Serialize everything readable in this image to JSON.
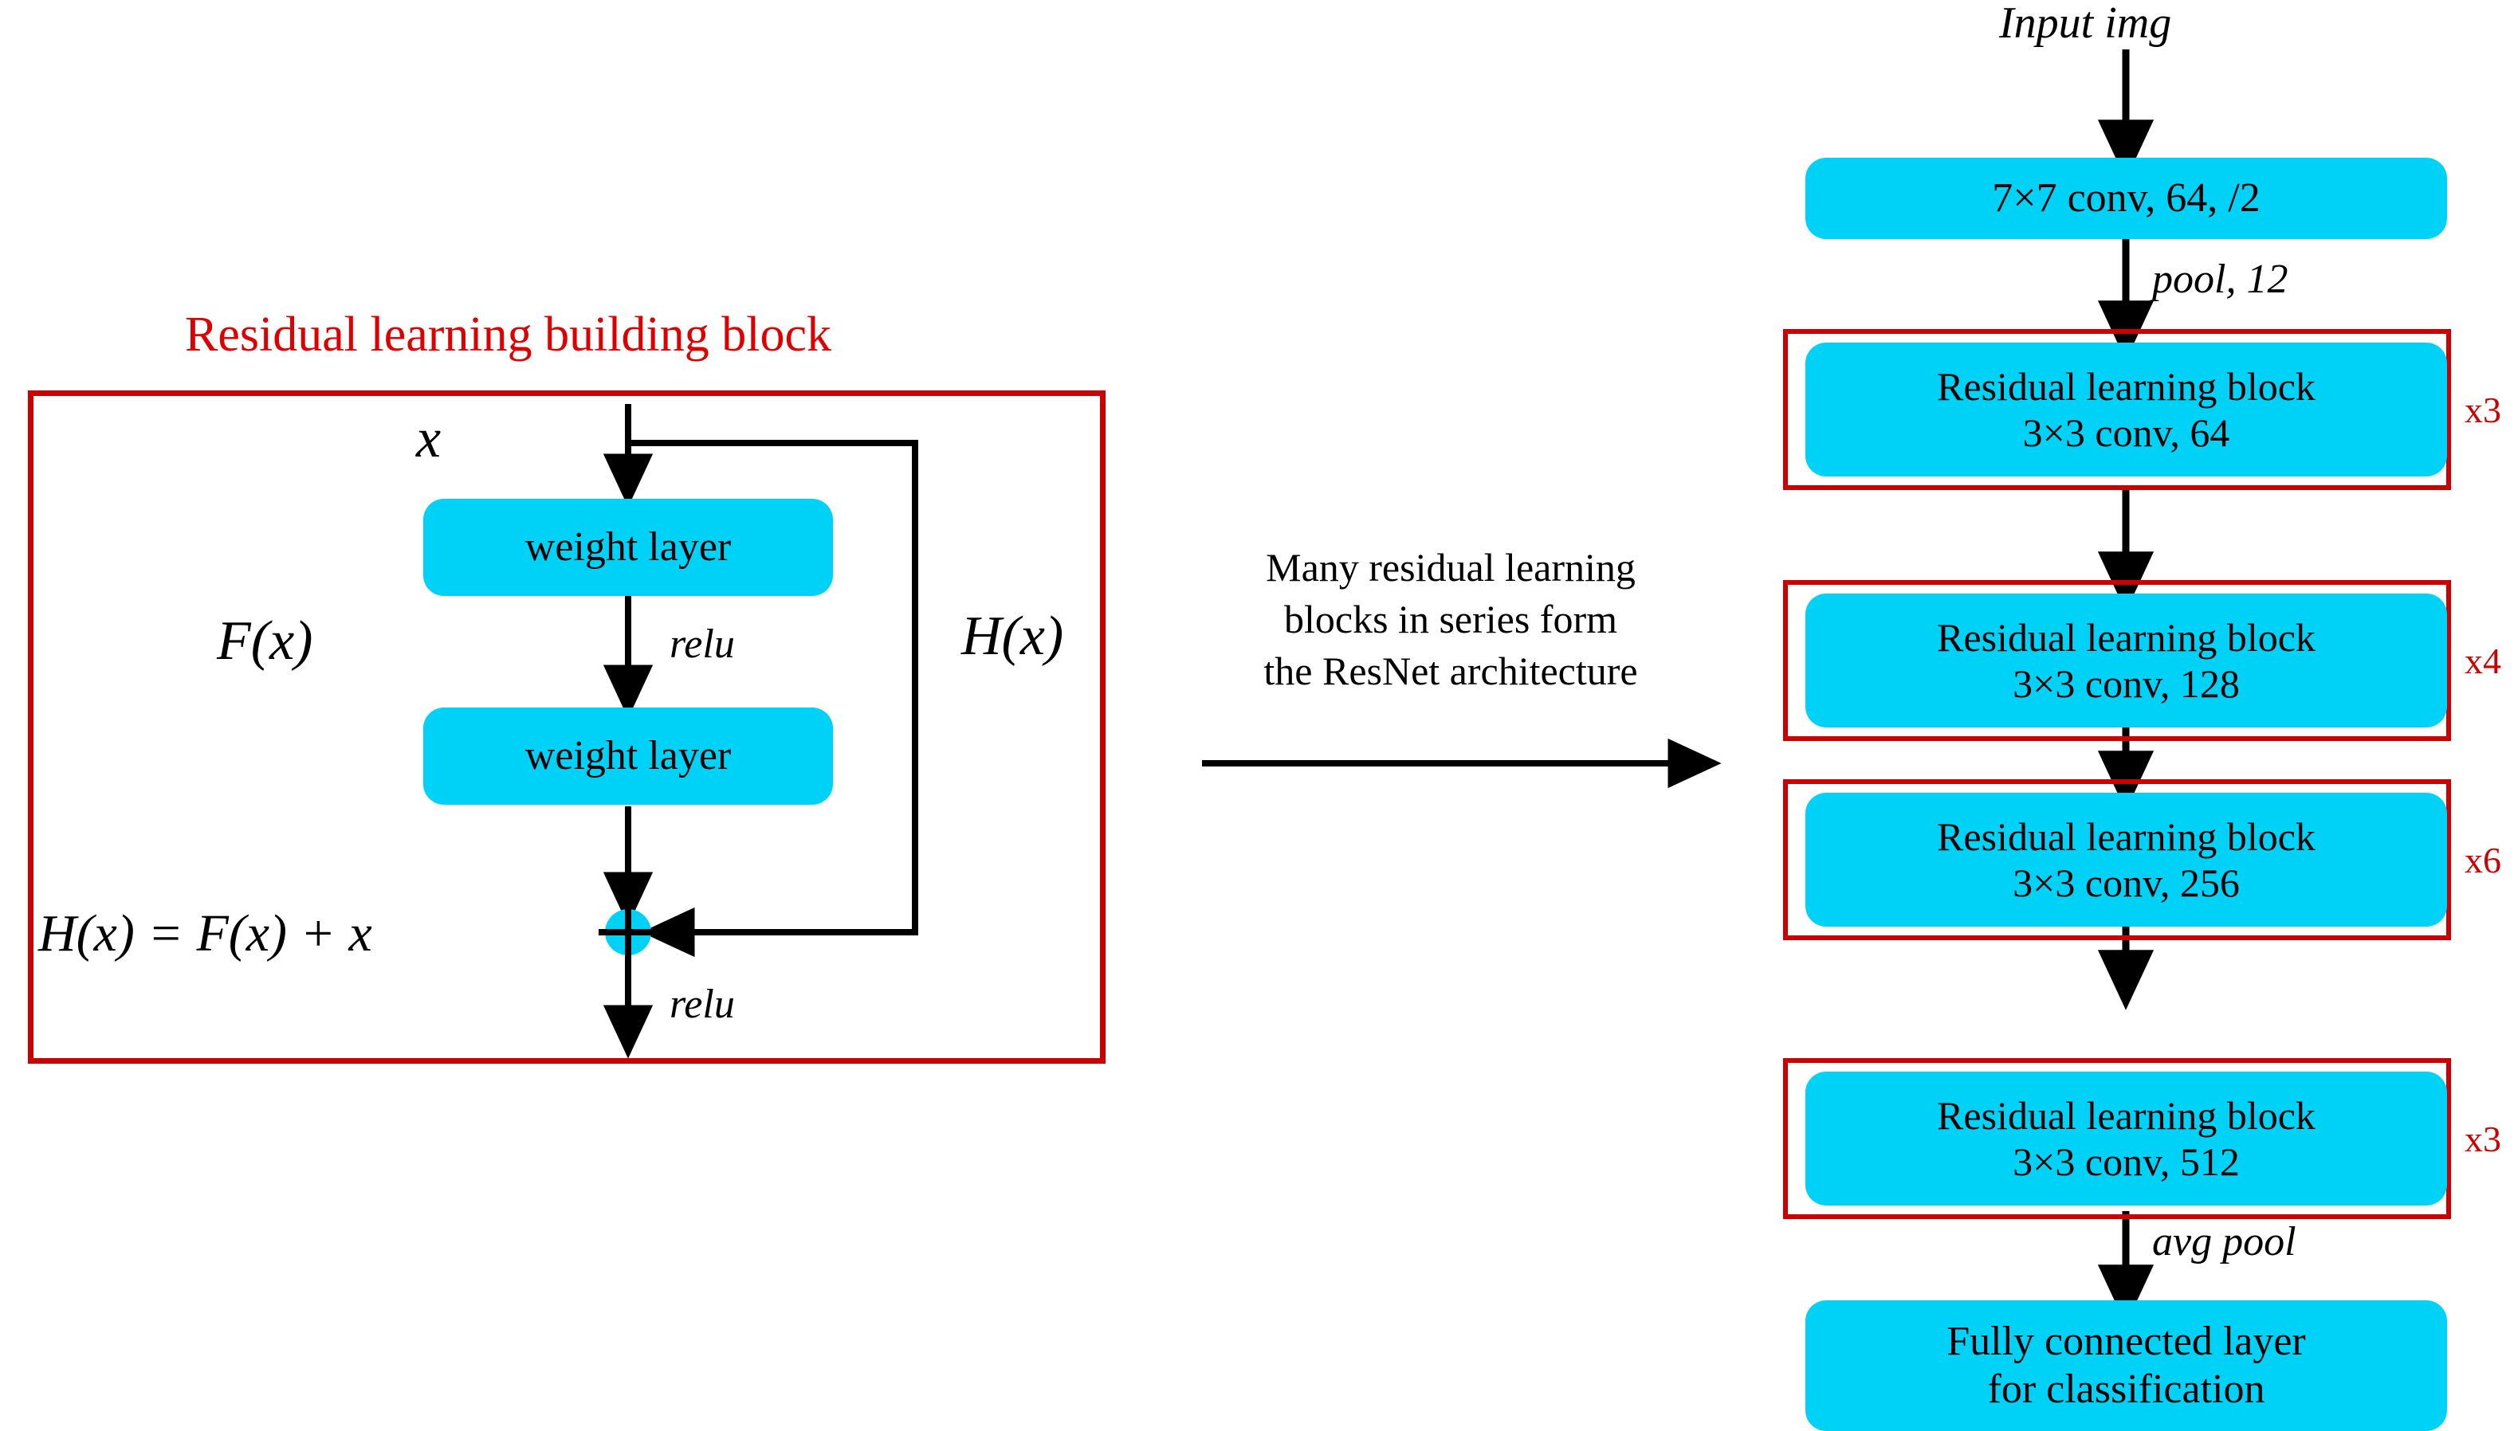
{
  "figure": {
    "type": "diagram",
    "subject": "ResNet residual learning building block and full architecture",
    "accent_red": "#cc0000",
    "block_cyan": "#00d2f7",
    "background": "#ffffff"
  },
  "left_panel": {
    "title": "Residual learning building block",
    "input_label": "x",
    "branch_label": "F(x)",
    "skip_label": "H(x)",
    "equation": "H(x) = F(x) + x",
    "weight_layer_1": "weight layer",
    "weight_layer_2": "weight layer",
    "relu_1": "relu",
    "relu_2": "relu",
    "sum_symbol": "+"
  },
  "middle": {
    "caption_lines": [
      "Many residual learning",
      "blocks in series form",
      "the ResNet architecture"
    ]
  },
  "right_panel": {
    "input_label": "Input img",
    "stem": {
      "label": "7×7 conv, 64, /2"
    },
    "pool_label": "pool, 12",
    "stages": [
      {
        "line1": "Residual learning block",
        "line2": "3×3 conv, 64",
        "repeat": "x3"
      },
      {
        "line1": "Residual learning block",
        "line2": "3×3 conv, 128",
        "repeat": "x4"
      },
      {
        "line1": "Residual learning block",
        "line2": "3×3 conv, 256",
        "repeat": "x6"
      },
      {
        "line1": "Residual learning block",
        "line2": "3×3 conv, 512",
        "repeat": "x3"
      }
    ],
    "avg_pool_label": "avg pool",
    "head": {
      "line1": "Fully connected layer",
      "line2": "for classification"
    }
  }
}
